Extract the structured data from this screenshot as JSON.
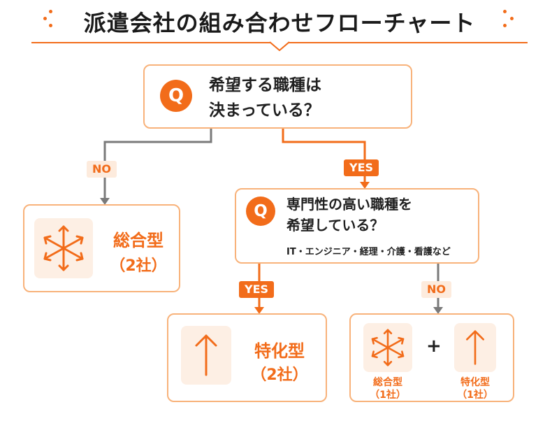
{
  "title": "派遣会社の組み合わせフローチャート",
  "question1": {
    "badge": "Q",
    "line1": "希望する職種は",
    "line2": "決まっている？"
  },
  "question2": {
    "badge": "Q",
    "line1": "専門性の高い職種を",
    "line2": "希望している？",
    "examples": "IT・エンジニア・経理・介護・看護など"
  },
  "labels": {
    "yes": "YES",
    "no": "NO"
  },
  "results": {
    "general": {
      "name": "総合型",
      "count": "（2社）"
    },
    "specialized": {
      "name": "特化型",
      "count": "（2社）"
    },
    "combo": {
      "general": {
        "name": "総合型",
        "count": "（1社）"
      },
      "plus": "+",
      "specialized": {
        "name": "特化型",
        "count": "（1社）"
      }
    }
  },
  "colors": {
    "accent": "#f26c1a",
    "border": "#f8b27a",
    "no_line": "#7a7a7a",
    "pad": "#fdefe4"
  },
  "icons": {
    "general": "arrows-outward-icon",
    "specialized": "arrow-up-icon"
  }
}
